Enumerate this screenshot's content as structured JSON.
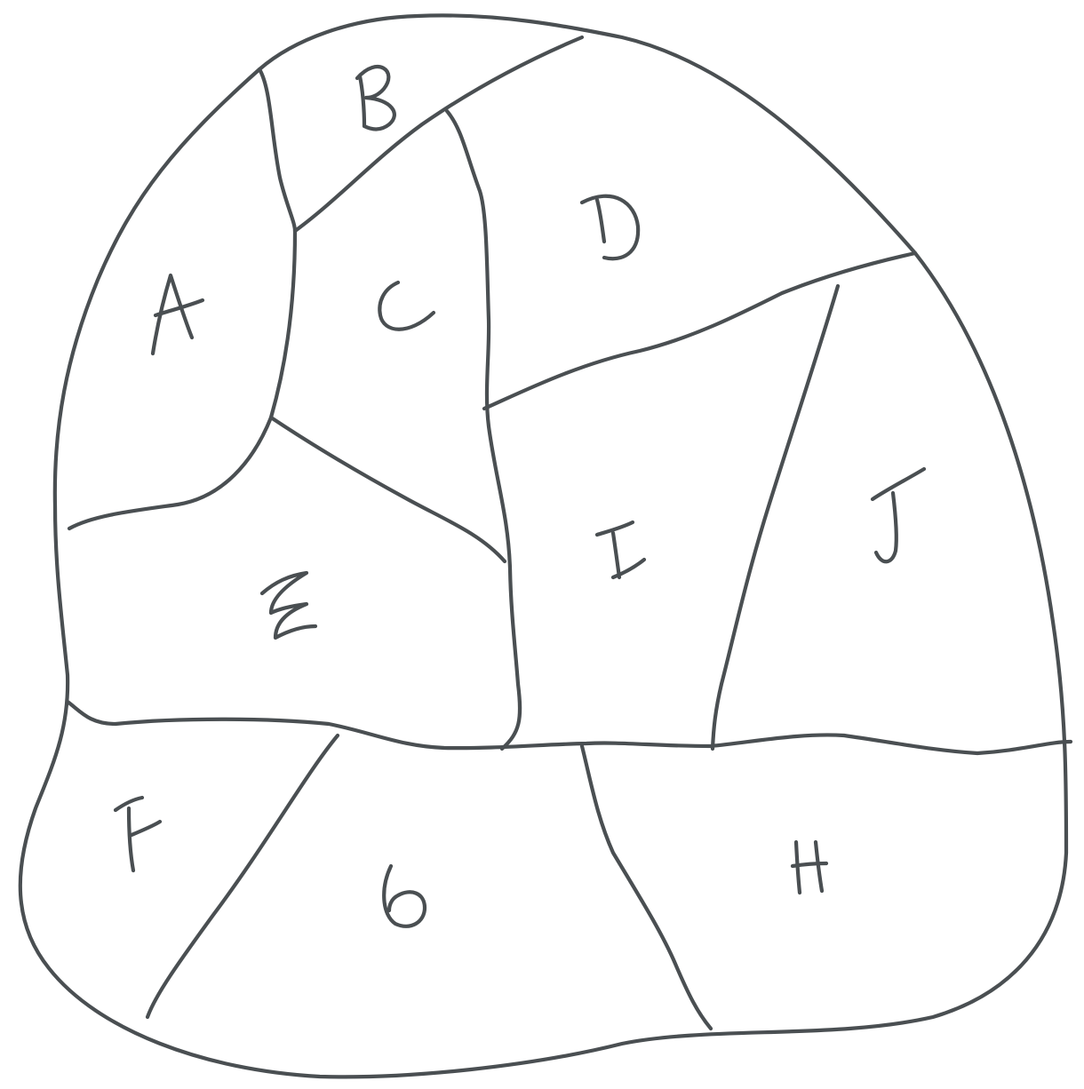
{
  "diagram": {
    "stroke_color": "#4a4f52",
    "background": "#ffffff",
    "regions": [
      {
        "id": "A",
        "label": "A"
      },
      {
        "id": "B",
        "label": "B"
      },
      {
        "id": "C",
        "label": "C"
      },
      {
        "id": "D",
        "label": "D"
      },
      {
        "id": "E",
        "label": "E"
      },
      {
        "id": "F",
        "label": "F"
      },
      {
        "id": "G",
        "label": "6"
      },
      {
        "id": "H",
        "label": "H"
      },
      {
        "id": "I",
        "label": "I"
      },
      {
        "id": "J",
        "label": "J"
      }
    ]
  }
}
